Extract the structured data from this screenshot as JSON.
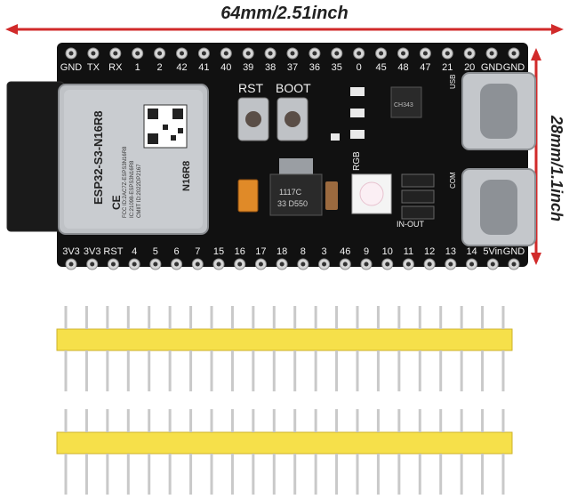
{
  "dimensions": {
    "width_label": "64mm/2.51inch",
    "height_label": "28mm/1.1inch"
  },
  "board": {
    "module_name": "ESP32-S3-N16R8",
    "module_side_text": "N16R8",
    "module_small_lines": [
      "FCC ID:2AC7Z-ESPS3N16R8",
      "IC:21098-ESPS3N16R8",
      "CMIIT ID:2022DP2167"
    ],
    "ldo_marking_1": "1117C",
    "ldo_marking_2": "33  D550",
    "chip_marking": "CH343",
    "button_rst": "RST",
    "button_boot": "BOOT",
    "rgb_label": "RGB",
    "in_out_label": "IN-OUT",
    "top_pins": [
      "GND",
      "TX",
      "RX",
      "1",
      "2",
      "42",
      "41",
      "40",
      "39",
      "38",
      "37",
      "36",
      "35",
      "0",
      "45",
      "48",
      "47",
      "21",
      "20",
      "GND",
      "GND"
    ],
    "bottom_pins": [
      "3V3",
      "3V3",
      "RST",
      "4",
      "5",
      "6",
      "7",
      "15",
      "16",
      "17",
      "18",
      "8",
      "3",
      "46",
      "9",
      "10",
      "11",
      "12",
      "13",
      "14",
      "5Vin",
      "GND"
    ],
    "usb_labels": [
      "USB",
      "COM"
    ]
  },
  "colors": {
    "pcb": "#111111",
    "header_plastic": "#f6e04a",
    "pin_metal": "#c9c9c9",
    "dim_arrow": "#d12a2a"
  }
}
